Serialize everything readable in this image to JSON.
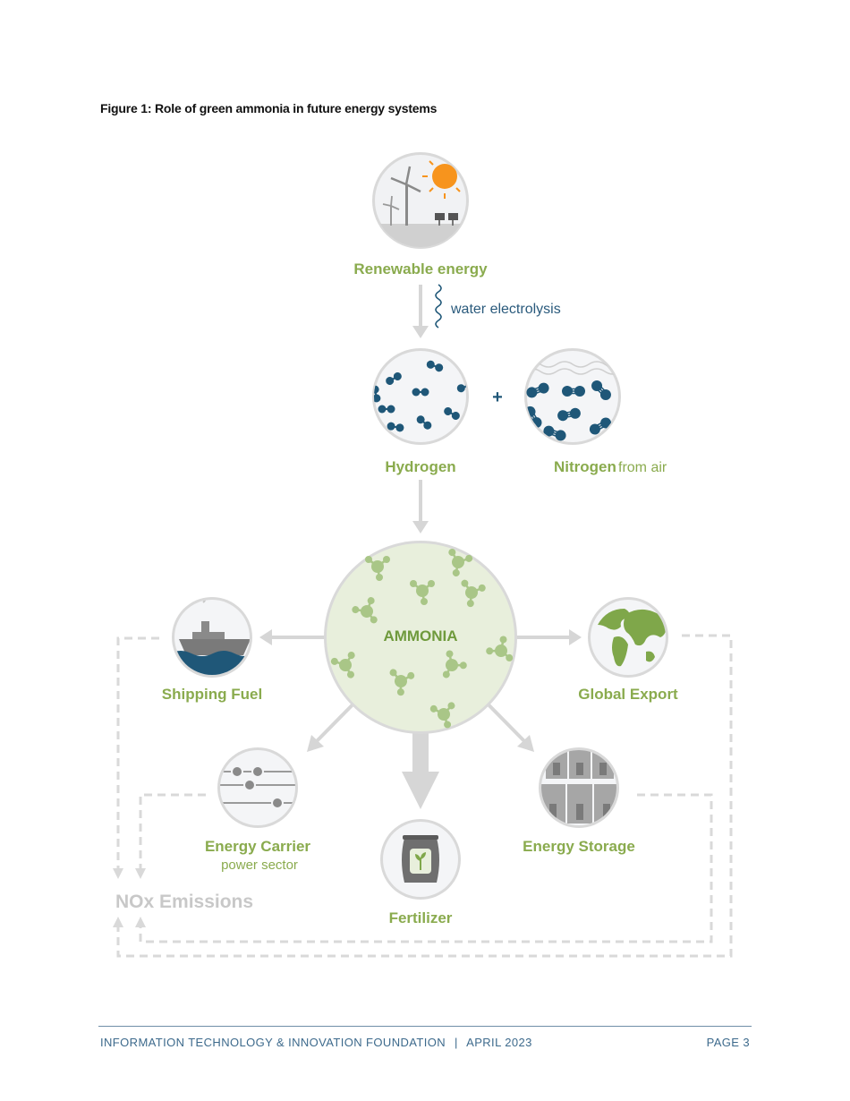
{
  "figure": {
    "caption": "Figure 1: Role of green ammonia in future energy systems"
  },
  "nodes": {
    "renewable": "Renewable energy",
    "electrolysis": "water electrolysis",
    "hydrogen": "Hydrogen",
    "plus": "+",
    "nitrogen": "Nitrogen",
    "nitrogen_suffix": "from air",
    "ammonia": "AMMONIA",
    "shipping": "Shipping Fuel",
    "export": "Global Export",
    "carrier": "Energy Carrier",
    "carrier_sub": "power sector",
    "storage": "Energy Storage",
    "fertilizer": "Fertilizer",
    "nox": "NOx Emissions"
  },
  "colors": {
    "accent_green": "#8aab4e",
    "dark_blue": "#1f5778",
    "light_gray": "#d6d6d6",
    "ammonia_fill": "#e8efdc",
    "sun_orange": "#f7941d"
  },
  "footer": {
    "organization": "INFORMATION TECHNOLOGY & INNOVATION FOUNDATION",
    "separator": "|",
    "date": "APRIL 2023",
    "page": "PAGE 3"
  }
}
